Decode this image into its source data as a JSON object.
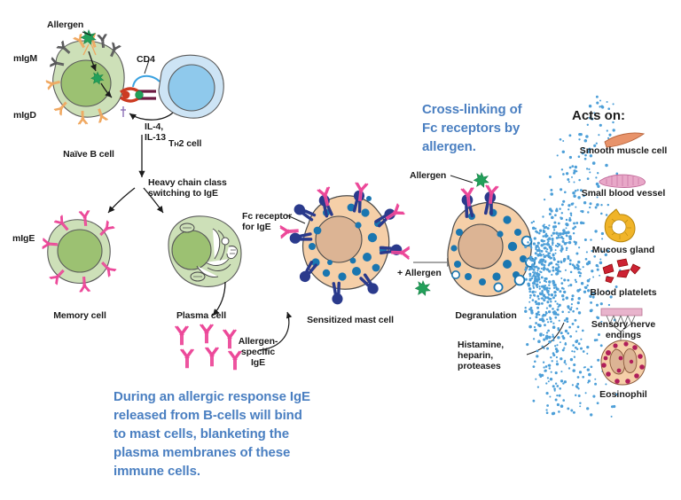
{
  "figure": {
    "title": "IgE-mediated allergic response and mast cell degranulation",
    "background": "#ffffff"
  },
  "colors": {
    "annotation_blue": "#4a7fc1",
    "text_black": "#1b1b1b",
    "bcell_cytoplasm": "#cde0b8",
    "bcell_nucleus": "#9cc172",
    "tcell_cytoplasm": "#cde4f5",
    "tcell_nucleus": "#8fc9ec",
    "mast_cytoplasm": "#f5cfa8",
    "mast_nucleus": "#dcb494",
    "granule_blue": "#1a76b0",
    "fc_receptor_navy": "#2a3a8c",
    "ige_pink": "#ec4899",
    "migm_gray": "#58585a",
    "migd_orange": "#f0a860",
    "allergen_green": "#22a05a",
    "mhc_red": "#cc3b22",
    "tcr_maroon": "#6d1a42",
    "cd4_blue": "#3ba2e0",
    "mediator_dots": "#4d9fd8",
    "muscle_orange": "#e8936a",
    "vessel_pink": "#e8a8c8",
    "gland_yellow": "#f0b429",
    "platelet_red": "#cc2233",
    "nerve_pink": "#e8b4cc",
    "eosinophil_magenta": "#b01e5a"
  },
  "left_panel": {
    "allergen_label": "Allergen",
    "migm_label": "mIgM",
    "migd_label": "mIgD",
    "naive_bcell_label": "Naïve B cell",
    "cd4_label": "CD4",
    "cytokines_label": "IL-4,\nIL-13",
    "th2_label_prefix": "T",
    "th2_label_sub": "H",
    "th2_label_suffix": "2 cell",
    "class_switch_label": "Heavy chain class\nswitching to IgE",
    "mige_label": "mIgE",
    "memory_cell_label": "Memory cell",
    "plasma_cell_label": "Plasma cell",
    "allergen_specific_ige_label": "Allergen-\nspecific\nIgE"
  },
  "center_panel": {
    "fc_receptor_label": "Fc receptor\nfor IgE",
    "sensitized_mast_cell_label": "Sensitized mast cell",
    "plus_allergen_label": "+ Allergen",
    "allergen_label": "Allergen",
    "degranulation_label": "Degranulation",
    "mediators_label": "Histamine,\nheparin,\nproteases"
  },
  "annotations": {
    "cross_linking": "Cross-linking of\nFc receptors by\nallergen.",
    "allergic_response": "During an allergic response IgE\nreleased from B-cells will bind\nto mast cells, blanketing the\nplasma membranes of these\nimmune cells."
  },
  "acts_on": {
    "title": "Acts on:",
    "items": [
      {
        "label": "Smooth muscle cell",
        "icon": "smooth-muscle-icon"
      },
      {
        "label": "Small blood vessel",
        "icon": "blood-vessel-icon"
      },
      {
        "label": "Mucous gland",
        "icon": "mucous-gland-icon"
      },
      {
        "label": "Blood platelets",
        "icon": "platelets-icon"
      },
      {
        "label": "Sensory nerve\nendings",
        "icon": "nerve-endings-icon"
      },
      {
        "label": "Eosinophil",
        "icon": "eosinophil-icon"
      }
    ]
  }
}
